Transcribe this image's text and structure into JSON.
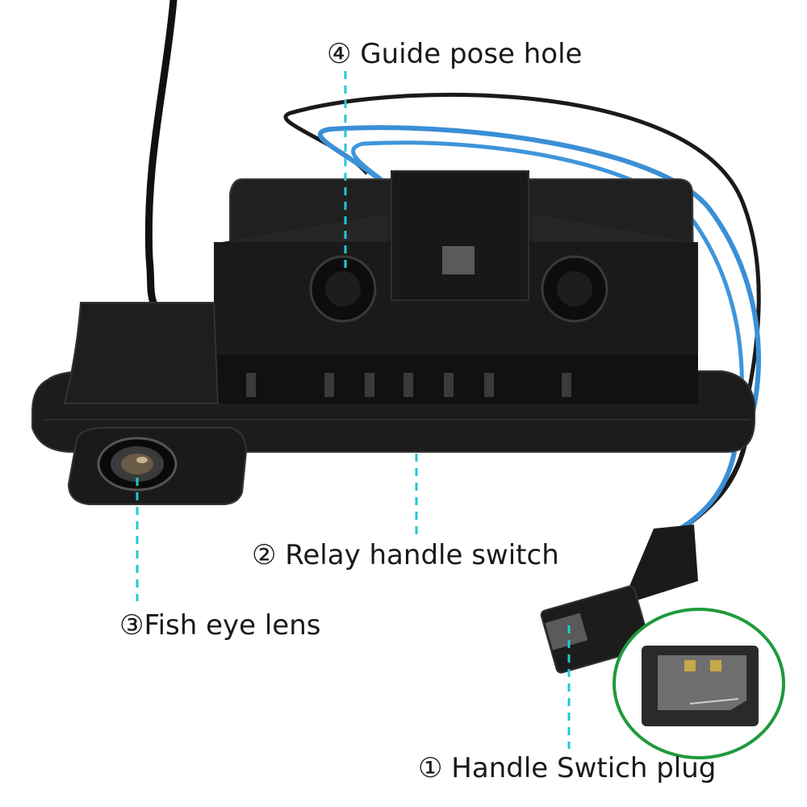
{
  "labels": {
    "guide_pose_hole": "④ Guide pose hole",
    "relay_handle_switch": "② Relay handle switch",
    "fish_eye_lens": "③Fish eye lens",
    "handle_switch_plug": "① Handle Swtich plug"
  },
  "colors": {
    "leader_line": "#1fc9d6",
    "inset_ring": "#1f9a3c",
    "wire_blue": "#3a8fd6",
    "body": "#151515"
  }
}
